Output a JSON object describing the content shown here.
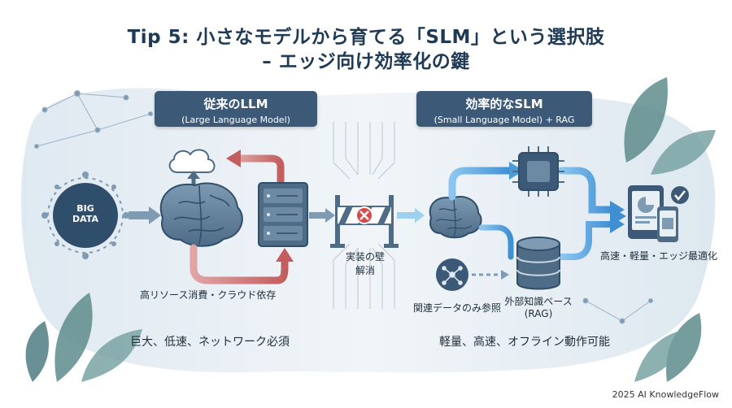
{
  "title": {
    "line1": "Tip 5: 小さなモデルから育てる「SLM」という選択肢",
    "line2": "– エッジ向け効率化の鍵"
  },
  "left": {
    "header_title": "従来のLLM",
    "header_sub": "(Large Language Model)",
    "big_data_line1": "BIG",
    "big_data_line2": "DATA",
    "resource_label": "高リソース消費・クラウド依存",
    "summary": "巨大、低速、ネットワーク必須"
  },
  "middle": {
    "barrier_line1": "実装の壁",
    "barrier_line2": "解消"
  },
  "right": {
    "header_title": "効率的なSLM",
    "header_sub": "(Small Language Model) + RAG",
    "retrieval_label": "関連データのみ参照",
    "kb_line1": "外部知識ベース",
    "kb_line2": "(RAG)",
    "edge_label": "高速・軽量・エッジ最適化",
    "summary": "軽量、高速、オフライン動作可能"
  },
  "colors": {
    "title": "#1e3a55",
    "header_bg": "#3c5a78",
    "legacy_arrow": "#c96a6a",
    "efficient_arrow": "#4a9bd8",
    "stop_red": "#d84a4a"
  },
  "footer": "2025 AI KnowledgeFlow"
}
